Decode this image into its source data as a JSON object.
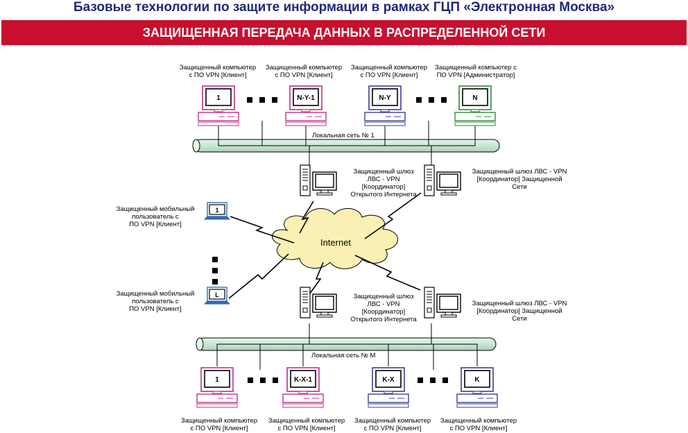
{
  "header": {
    "title": "Базовые технологии по защите информации в рамках ГЦП «Электронная Москва»",
    "banner": "ЗАЩИЩЕННАЯ ПЕРЕДАЧА ДАННЫХ В РАСПРЕДЕЛЕННОЙ СЕТИ"
  },
  "network": {
    "top_lan_label": "Локальная сеть № 1",
    "bottom_lan_label": "Локальная сеть № M",
    "internet_label": "Internet"
  },
  "top_computers": [
    {
      "screen": "1",
      "label_1": "Защищенный компьютер",
      "label_2": "с ПО VPN [Клиент]"
    },
    {
      "screen": "N-Y-1",
      "label_1": "Защищенный компьютер",
      "label_2": "с ПО VPN [Клиент]"
    },
    {
      "screen": "N-Y",
      "label_1": "Защищенный компьютер",
      "label_2": "с ПО VPN [Клиент]"
    },
    {
      "screen": "N",
      "label_1": "Защищенный компьютер с",
      "label_2": "ПО VPN [Администратор]"
    }
  ],
  "bottom_computers": [
    {
      "screen": "1",
      "label_1": "Защищенный компьютер",
      "label_2": "с ПО VPN [Клиент]"
    },
    {
      "screen": "K-X-1",
      "label_1": "Защищенный компьютер",
      "label_2": "с ПО VPN [Клиент]"
    },
    {
      "screen": "K-X",
      "label_1": "Защищенный компьютер",
      "label_2": "с ПО VPN [Клиент]"
    },
    {
      "screen": "K",
      "label_1": "Защищенный компьютер",
      "label_2": "с ПО VPN [Клиент]"
    }
  ],
  "gateways": {
    "top_open": [
      "Защищенный шлюз",
      "ЛВС - VPN",
      "[Координатор]",
      "Открытого Интернета"
    ],
    "top_secure": [
      "Защищенный шлюз ЛВС - VPN",
      "[Координатор] Защищенной",
      "Сети"
    ],
    "bottom_open": [
      "Защищенный шлюз",
      "ЛВС - VPN",
      "[Координатор]",
      "Открытого Интернета"
    ],
    "bottom_secure": [
      "Защищенный шлюз ЛВС - VPN",
      "[Координатор] Защищенной",
      "Сети"
    ]
  },
  "mobiles": [
    {
      "screen": "1",
      "lines": [
        "Защищенный мобильный",
        "пользователь с",
        "ПО VPN [Клиент]"
      ]
    },
    {
      "screen": "L",
      "lines": [
        "Защищенный мобильный",
        "пользователь с",
        "ПО VPN [Клиент]"
      ]
    }
  ],
  "colors": {
    "title": "#1f2a78",
    "banner": "#c8102e",
    "lan_cable": "#c9e6d2",
    "cloud": "#fbf0b4",
    "client_pink": "#c0308a",
    "client_blue": "#3a3f9a",
    "admin_green": "#2f8a3a",
    "mobile_blue": "#2f6ab5"
  }
}
